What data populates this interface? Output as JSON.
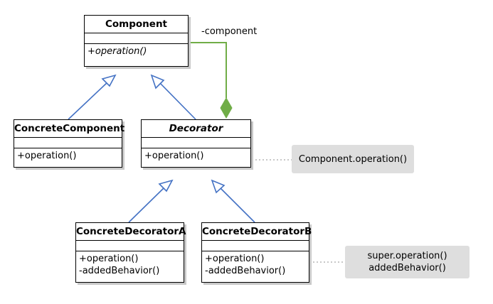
{
  "diagram": {
    "classes": {
      "component": {
        "name": "Component",
        "operation": "+operation()"
      },
      "concrete_component": {
        "name": "ConcreteComponent",
        "operation": "+operation()"
      },
      "decorator": {
        "name": "Decorator",
        "operation": "+operation()"
      },
      "concrete_decorator_a": {
        "name": "ConcreteDecoratorA",
        "operations": [
          "+operation()",
          "-addedBehavior()"
        ]
      },
      "concrete_decorator_b": {
        "name": "ConcreteDecoratorB",
        "operations": [
          "+operation()",
          "-addedBehavior()"
        ]
      }
    },
    "association_role": "-component",
    "notes": {
      "decorator_operation": "Component.operation()",
      "concrete_decorator_b_operation": [
        "super.operation()",
        "addedBehavior()"
      ]
    },
    "colors": {
      "inheritance": "#4472c4",
      "aggregation": "#70ad47",
      "note_fill": "#dedede",
      "note_link": "#c8c8c8"
    }
  }
}
